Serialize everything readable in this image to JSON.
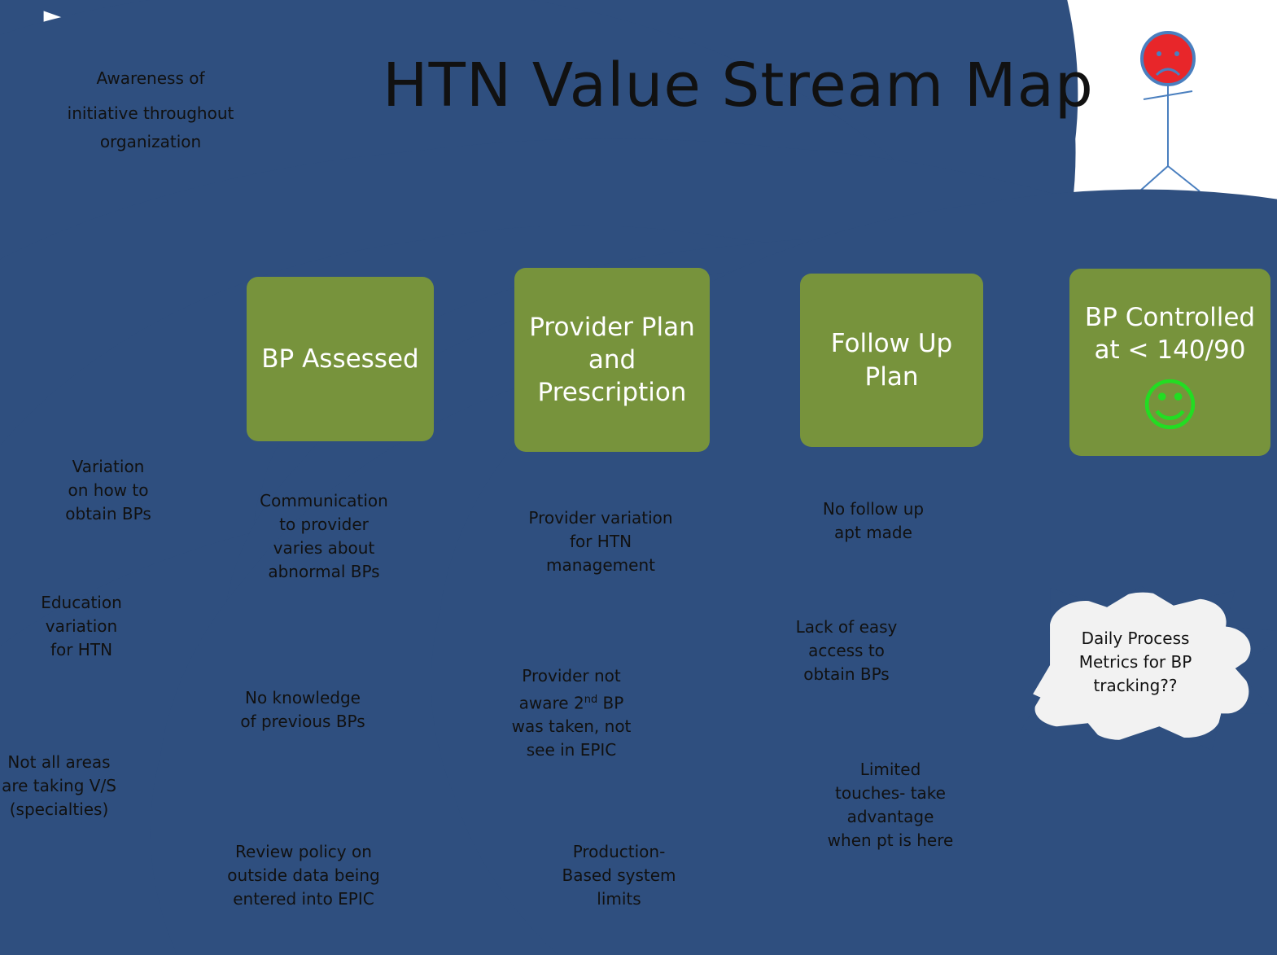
{
  "title": "HTN  Value Stream Map",
  "colors": {
    "box_fill": "#77933c",
    "cloud_fill": "#f2f2f2",
    "cloud_stroke": "#2f4f7f",
    "arrow_fill": "#b4c7e7",
    "connector": "#b09cc8",
    "sad_face": "#e8262a",
    "stick_figure": "#4a7fbf",
    "smiley": "#22dd22"
  },
  "icons": [
    "sad-stick-figure-icon",
    "smiley-face-icon",
    "right-arrow-icon"
  ],
  "process_steps": [
    {
      "label": "BP Assessed"
    },
    {
      "label": "Provider Plan and Prescription"
    },
    {
      "label": "Follow Up Plan"
    },
    {
      "label": "BP Controlled at  < 140/90"
    }
  ],
  "clouds": {
    "awareness": [
      "Awareness of",
      "initiative throughout",
      "organization"
    ],
    "variation": [
      "Variation",
      "on how to",
      "obtain BPs"
    ],
    "education": [
      "Education",
      "variation",
      "for HTN"
    ],
    "not_all_areas": [
      "Not all areas",
      "are taking V/S",
      "(specialties)"
    ],
    "communication": [
      "Communication",
      "to provider",
      "varies about",
      "abnormal BPs"
    ],
    "no_knowledge": [
      "No knowledge",
      "of previous BPs"
    ],
    "review_policy": [
      "Review policy on",
      "outside data being",
      "entered into EPIC"
    ],
    "provider_variation": [
      "Provider variation",
      "for HTN",
      "management"
    ],
    "not_aware": [
      "Provider not",
      "aware 2nd BP",
      "was taken, not",
      "see in EPIC"
    ],
    "production": [
      "Production-",
      "Based system",
      "limits"
    ],
    "no_follow_up": [
      "No follow up",
      "apt made"
    ],
    "lack_access": [
      "Lack of easy",
      "access to",
      "obtain BPs"
    ],
    "limited_touches": [
      "Limited",
      "touches- take",
      "advantage",
      "when pt is here"
    ],
    "daily_metrics": [
      "Daily Process",
      "Metrics for BP",
      "tracking??"
    ]
  }
}
